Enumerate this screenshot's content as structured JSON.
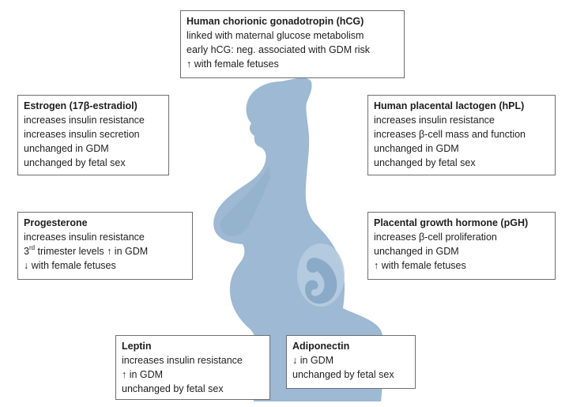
{
  "diagram": {
    "colors": {
      "silhouette": "#9db9d3",
      "fetus": "#b8cde0",
      "border": "#6e6e6e",
      "text": "#1e1e1e"
    },
    "boxes": {
      "hcg": {
        "title": "Human chorionic gonadotropin (hCG)",
        "lines": [
          "linked with maternal glucose metabolism",
          "early hCG: neg. associated with GDM risk",
          "↑ with female fetuses"
        ]
      },
      "estrogen": {
        "title": "Estrogen (17β-estradiol)",
        "lines": [
          "increases insulin resistance",
          "increases insulin secretion",
          "unchanged in GDM",
          "unchanged by fetal sex"
        ]
      },
      "hpl": {
        "title": "Human placental lactogen (hPL)",
        "lines": [
          "increases insulin resistance",
          "increases  β-cell mass and function",
          "unchanged in GDM",
          "unchanged by fetal sex"
        ]
      },
      "progesterone": {
        "title": "Progesterone",
        "lines": [
          "increases insulin resistance",
          "3rd trimester levels ↑ in GDM",
          "↓ with female fetuses"
        ],
        "line2_sup_base": "3",
        "line2_sup": "rd",
        "line2_rest": " trimester levels ↑ in GDM"
      },
      "pgh": {
        "title": "Placental growth hormone (pGH)",
        "lines": [
          "increases  β-cell proliferation",
          "unchanged in GDM",
          "↑ with female fetuses"
        ]
      },
      "leptin": {
        "title": "Leptin",
        "lines": [
          "increases insulin resistance",
          "↑ in GDM",
          "unchanged by fetal sex"
        ]
      },
      "adiponectin": {
        "title": "Adiponectin",
        "lines": [
          "↓ in GDM",
          "unchanged by fetal sex"
        ]
      }
    }
  }
}
